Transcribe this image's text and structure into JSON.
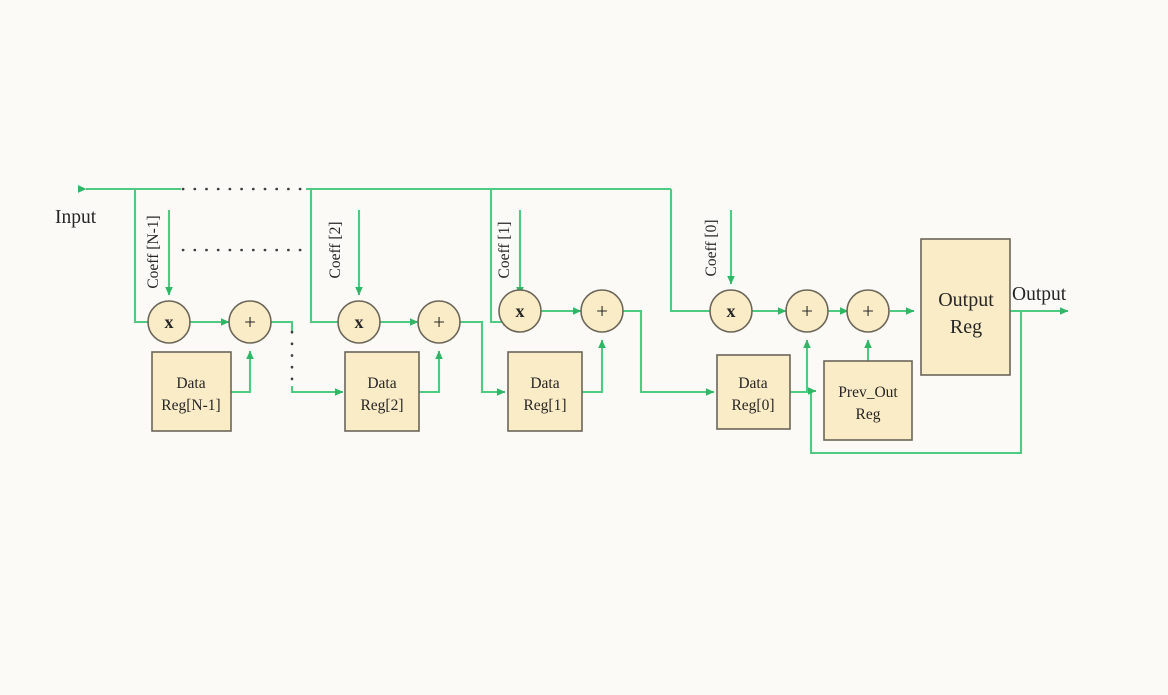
{
  "diagram": {
    "title": "FIR filter datapath block diagram",
    "colors": {
      "background": "#fbfaf7",
      "block_fill": "#fbecc8",
      "block_stroke": "#6b6658",
      "wire": "#4ecb82",
      "dotted": "#3f3f3f",
      "text": "#262626"
    },
    "ports": {
      "input_label": "Input",
      "output_label": "Output"
    },
    "coefficients": [
      {
        "id": "coeff-n-1",
        "label": "Coeff [N-1]"
      },
      {
        "id": "coeff-2",
        "label": "Coeff [2]"
      },
      {
        "id": "coeff-1",
        "label": "Coeff [1]"
      },
      {
        "id": "coeff-0",
        "label": "Coeff [0]"
      }
    ],
    "multipliers": [
      {
        "id": "mult-n-1",
        "label": "x"
      },
      {
        "id": "mult-2",
        "label": "x"
      },
      {
        "id": "mult-1",
        "label": "x"
      },
      {
        "id": "mult-0",
        "label": "x"
      }
    ],
    "adders": [
      {
        "id": "adder-n-1",
        "label": "+"
      },
      {
        "id": "adder-2",
        "label": "+"
      },
      {
        "id": "adder-1",
        "label": "+"
      },
      {
        "id": "adder-0",
        "label": "+"
      },
      {
        "id": "adder-acc",
        "label": "+"
      }
    ],
    "data_registers": [
      {
        "id": "data-reg-n-1",
        "line1": "Data",
        "line2": "Reg[N-1]"
      },
      {
        "id": "data-reg-2",
        "line1": "Data",
        "line2": "Reg[2]"
      },
      {
        "id": "data-reg-1",
        "line1": "Data",
        "line2": "Reg[1]"
      },
      {
        "id": "data-reg-0",
        "line1": "Data",
        "line2": "Reg[0]"
      }
    ],
    "prev_out_register": {
      "id": "prev-out-reg",
      "line1": "Prev_Out",
      "line2": "Reg"
    },
    "output_register": {
      "id": "output-reg",
      "line1": "Output",
      "line2": "Reg"
    }
  }
}
